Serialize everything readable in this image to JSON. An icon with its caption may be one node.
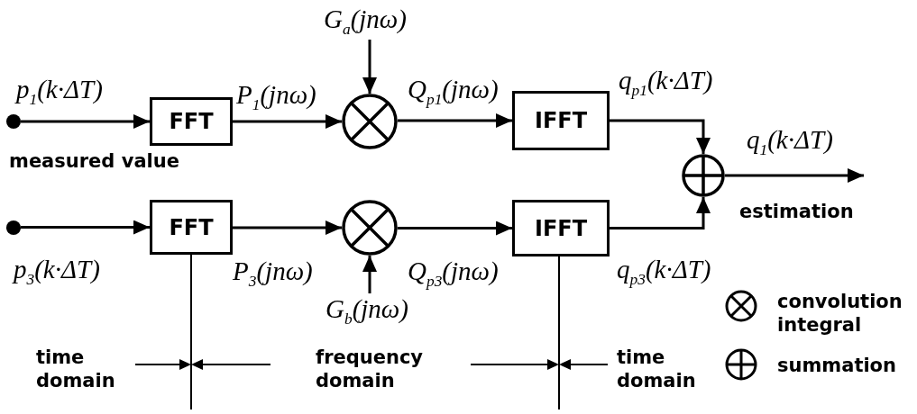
{
  "diagram": {
    "nodes": [
      {
        "text": [],
        "shape": "dot"
      },
      {
        "text": [
          "FFT"
        ]
      },
      {
        "text": [],
        "shape": "circle"
      },
      {
        "text": [
          "IFFT"
        ]
      },
      {
        "text": [],
        "shape": "circle"
      },
      {
        "text": [],
        "shape": "dot"
      },
      {
        "text": [
          "FFT"
        ]
      },
      {
        "text": [],
        "shape": "circle"
      },
      {
        "text": [
          "IFFT"
        ]
      },
      {
        "text": [
          "G$_{a}$(jnω)"
        ]
      },
      {
        "text": [
          "G$_{b}$(jnω)"
        ]
      }
    ],
    "edges": [
      {
        "from": 0,
        "to": 1,
        "arrow": "to"
      },
      {
        "from": 1,
        "to": 2,
        "arrow": "to"
      },
      {
        "from": 9,
        "to": 2,
        "arrow": "to"
      },
      {
        "from": 2,
        "to": 3,
        "arrow": "to"
      },
      {
        "from": 3,
        "to": 4,
        "arrow": "to"
      },
      {
        "from": 5,
        "to": 6,
        "arrow": "to"
      },
      {
        "from": 6,
        "to": 7,
        "arrow": "to"
      },
      {
        "from": 10,
        "to": 7,
        "arrow": "to"
      },
      {
        "from": 7,
        "to": 8,
        "arrow": "to"
      },
      {
        "from": 8,
        "to": 4,
        "arrow": "to"
      },
      {
        "from": 4,
        "to": null,
        "arrow": "to"
      }
    ],
    "labels": [
      "p$_{1}$(k·ΔT)",
      "P$_{1}$(jnω)",
      "Q$_{p1}$(jnω)",
      "q$_{p1}$(k·ΔT)",
      "measured value",
      "q$_{1}$(k·ΔT)",
      "estimation",
      "p$_{3}$(k·ΔT)",
      "P$_{3}$(jnω)",
      "Q$_{p3}$(jnω)",
      "q$_{p3}$(k·ΔT)",
      "time domain",
      "frequency domain",
      "time domain"
    ],
    "legend": [
      {
        "text": "convolution integral"
      },
      {
        "text": "summation"
      }
    ]
  }
}
